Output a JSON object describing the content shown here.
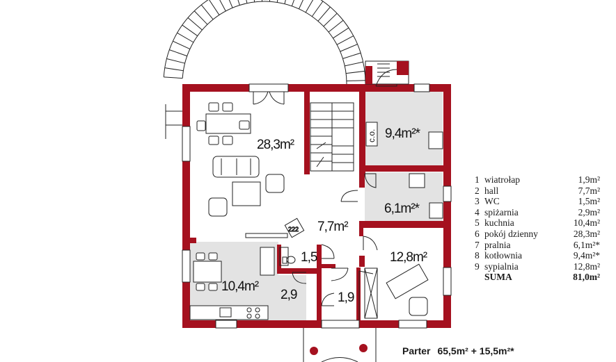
{
  "plan": {
    "room_labels": {
      "living": "28,3m²",
      "boiler": "9,4m²*",
      "laundry": "6,1m²*",
      "hall": "7,7m²",
      "wc": "1,5",
      "kitchen": "10,4m²",
      "pantry": "2,9",
      "vestibule": "1,9",
      "bedroom": "12,8m²",
      "co": "c.o."
    },
    "colors": {
      "wall": "#a5111f",
      "floor_gray": "#e3e3e3",
      "line": "#222222",
      "porch_stone": "#c7c7c7"
    }
  },
  "legend": {
    "rooms": [
      {
        "num": "1",
        "name": "wiatrołap",
        "area": "1,9m²"
      },
      {
        "num": "2",
        "name": "hall",
        "area": "7,7m²"
      },
      {
        "num": "3",
        "name": "WC",
        "area": "1,5m²"
      },
      {
        "num": "4",
        "name": "spiżarnia",
        "area": "2,9m²"
      },
      {
        "num": "5",
        "name": "kuchnia",
        "area": "10,4m²"
      },
      {
        "num": "6",
        "name": "pokój dzienny",
        "area": "28,3m²"
      },
      {
        "num": "7",
        "name": "pralnia",
        "area": "6,1m²*"
      },
      {
        "num": "8",
        "name": "kotłownia",
        "area": "9,4m²*"
      },
      {
        "num": "9",
        "name": "sypialnia",
        "area": "12,8m²"
      }
    ],
    "total": {
      "name": "SUMA",
      "area": "81,0m²"
    }
  },
  "summary": {
    "label": "Parter",
    "value": "65,5m² + 15,5m²*"
  }
}
